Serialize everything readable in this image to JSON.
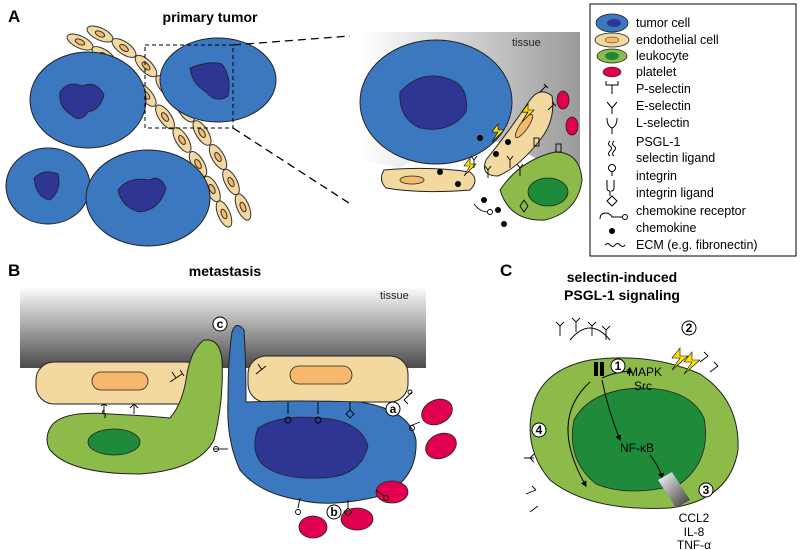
{
  "panels": {
    "a": {
      "letter": "A",
      "title": "primary tumor",
      "tissue": "tissue"
    },
    "b": {
      "letter": "B",
      "title": "metastasis",
      "tissue": "tissue",
      "labels": {
        "a": "a",
        "b": "b",
        "c": "c"
      }
    },
    "c": {
      "letter": "C",
      "title_line1": "selectin-induced",
      "title_line2": "PSGL-1 signaling",
      "steps": {
        "s1": "1",
        "s2": "2",
        "s3": "3",
        "s4": "4"
      },
      "mapk": "MAPK",
      "src": "Src",
      "nfkb": "NF-κB",
      "outputs": [
        "CCL2",
        "IL-8",
        "TNF-α"
      ]
    }
  },
  "legend": {
    "items": [
      {
        "label": "tumor cell",
        "icon": "tumor-cell-icon"
      },
      {
        "label": "endothelial cell",
        "icon": "endothelial-cell-icon"
      },
      {
        "label": "leukocyte",
        "icon": "leukocyte-icon"
      },
      {
        "label": "platelet",
        "icon": "platelet-icon"
      },
      {
        "label": "P-selectin",
        "icon": "p-selectin-icon"
      },
      {
        "label": "E-selectin",
        "icon": "e-selectin-icon"
      },
      {
        "label": "L-selectin",
        "icon": "l-selectin-icon"
      },
      {
        "label": "PSGL-1",
        "icon": "psgl1-icon"
      },
      {
        "label": "selectin ligand",
        "icon": "selectin-ligand-icon"
      },
      {
        "label": "integrin",
        "icon": "integrin-icon"
      },
      {
        "label": "integrin ligand",
        "icon": "integrin-ligand-icon"
      },
      {
        "label": "chemokine receptor",
        "icon": "chemokine-receptor-icon"
      },
      {
        "label": "chemokine",
        "icon": "chemokine-icon"
      },
      {
        "label": "ECM (e.g. fibronectin)",
        "icon": "ecm-icon"
      }
    ]
  },
  "colors": {
    "tumor": "#3c78c0",
    "tumor_nucleus": "#2e3592",
    "endo": "#f3d9a0",
    "endo_nucleus": "#f6b86c",
    "leuko": "#8cbb4a",
    "leuko_nucleus": "#1e8a3a",
    "platelet": "#e0004f",
    "lightning": "#ffe600"
  }
}
